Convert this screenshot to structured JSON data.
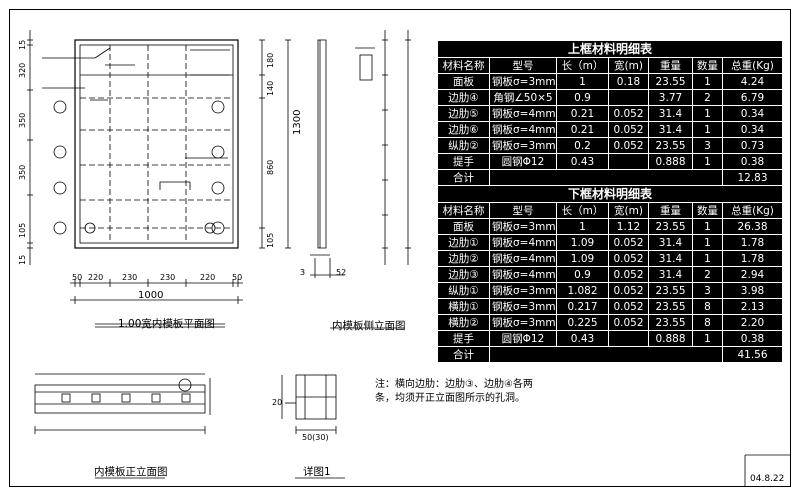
{
  "table_upper": {
    "title": "上框材料明细表",
    "headers": [
      "材料名称",
      "型号",
      "长（m）",
      "宽(m)",
      "重量",
      "数量",
      "总重(Kg)"
    ],
    "rows": [
      [
        "面板",
        "钢板σ=3mm",
        "1",
        "0.18",
        "23.55",
        "1",
        "4.24"
      ],
      [
        "边肋④",
        "角钢∠50×5",
        "0.9",
        "",
        "3.77",
        "2",
        "6.79"
      ],
      [
        "边肋⑤",
        "钢板σ=4mm",
        "0.21",
        "0.052",
        "31.4",
        "1",
        "0.34"
      ],
      [
        "边肋⑥",
        "钢板σ=4mm",
        "0.21",
        "0.052",
        "31.4",
        "1",
        "0.34"
      ],
      [
        "纵肋②",
        "钢板σ=3mm",
        "0.2",
        "0.052",
        "23.55",
        "3",
        "0.73"
      ],
      [
        "提手",
        "圆钢Φ12",
        "0.43",
        "",
        "0.888",
        "1",
        "0.38"
      ]
    ],
    "total_label": "合计",
    "total": "12.83"
  },
  "table_lower": {
    "title": "下框材料明细表",
    "headers": [
      "材料名称",
      "型号",
      "长（m）",
      "宽(m)",
      "重量",
      "数量",
      "总重(Kg)"
    ],
    "rows": [
      [
        "面板",
        "钢板σ=3mm",
        "1",
        "1.12",
        "23.55",
        "1",
        "26.38"
      ],
      [
        "边肋①",
        "钢板σ=4mm",
        "1.09",
        "0.052",
        "31.4",
        "1",
        "1.78"
      ],
      [
        "边肋②",
        "钢板σ=4mm",
        "1.09",
        "0.052",
        "31.4",
        "1",
        "1.78"
      ],
      [
        "边肋③",
        "钢板σ=4mm",
        "0.9",
        "0.052",
        "31.4",
        "2",
        "2.94"
      ],
      [
        "纵肋①",
        "钢板σ=3mm",
        "1.082",
        "0.052",
        "23.55",
        "3",
        "3.98"
      ],
      [
        "横肋①",
        "钢板σ=3mm",
        "0.217",
        "0.052",
        "23.55",
        "8",
        "2.13"
      ],
      [
        "横肋②",
        "钢板σ=3mm",
        "0.225",
        "0.052",
        "23.55",
        "8",
        "2.20"
      ],
      [
        "提手",
        "圆钢Φ12",
        "0.43",
        "",
        "0.888",
        "1",
        "0.38"
      ]
    ],
    "total_label": "合计",
    "total": "41.56"
  },
  "labels": {
    "plan_title": "1.00宽内模板平面图",
    "side_title": "内模板侧立面图",
    "front_title": "内模板正立面图",
    "detail_title": "详图1",
    "note": "注：横向边肋：边肋③、边肋④各两条，均须开正立面图所示的孔洞。",
    "date": "04.8.22",
    "plan_width": "1000",
    "plan_height": "1300",
    "dim_top": [
      "50",
      "220",
      "230",
      "230",
      "220",
      "50"
    ],
    "dim_left": [
      "15",
      "320",
      "350",
      "350",
      "105",
      "15"
    ],
    "dim_right": [
      "180",
      "140",
      "860",
      "105"
    ],
    "side_dims": [
      "3",
      "52"
    ],
    "detail_dims": [
      "20",
      "50(30)"
    ]
  },
  "colors": {
    "ink": "#000000",
    "paper": "#ffffff"
  }
}
